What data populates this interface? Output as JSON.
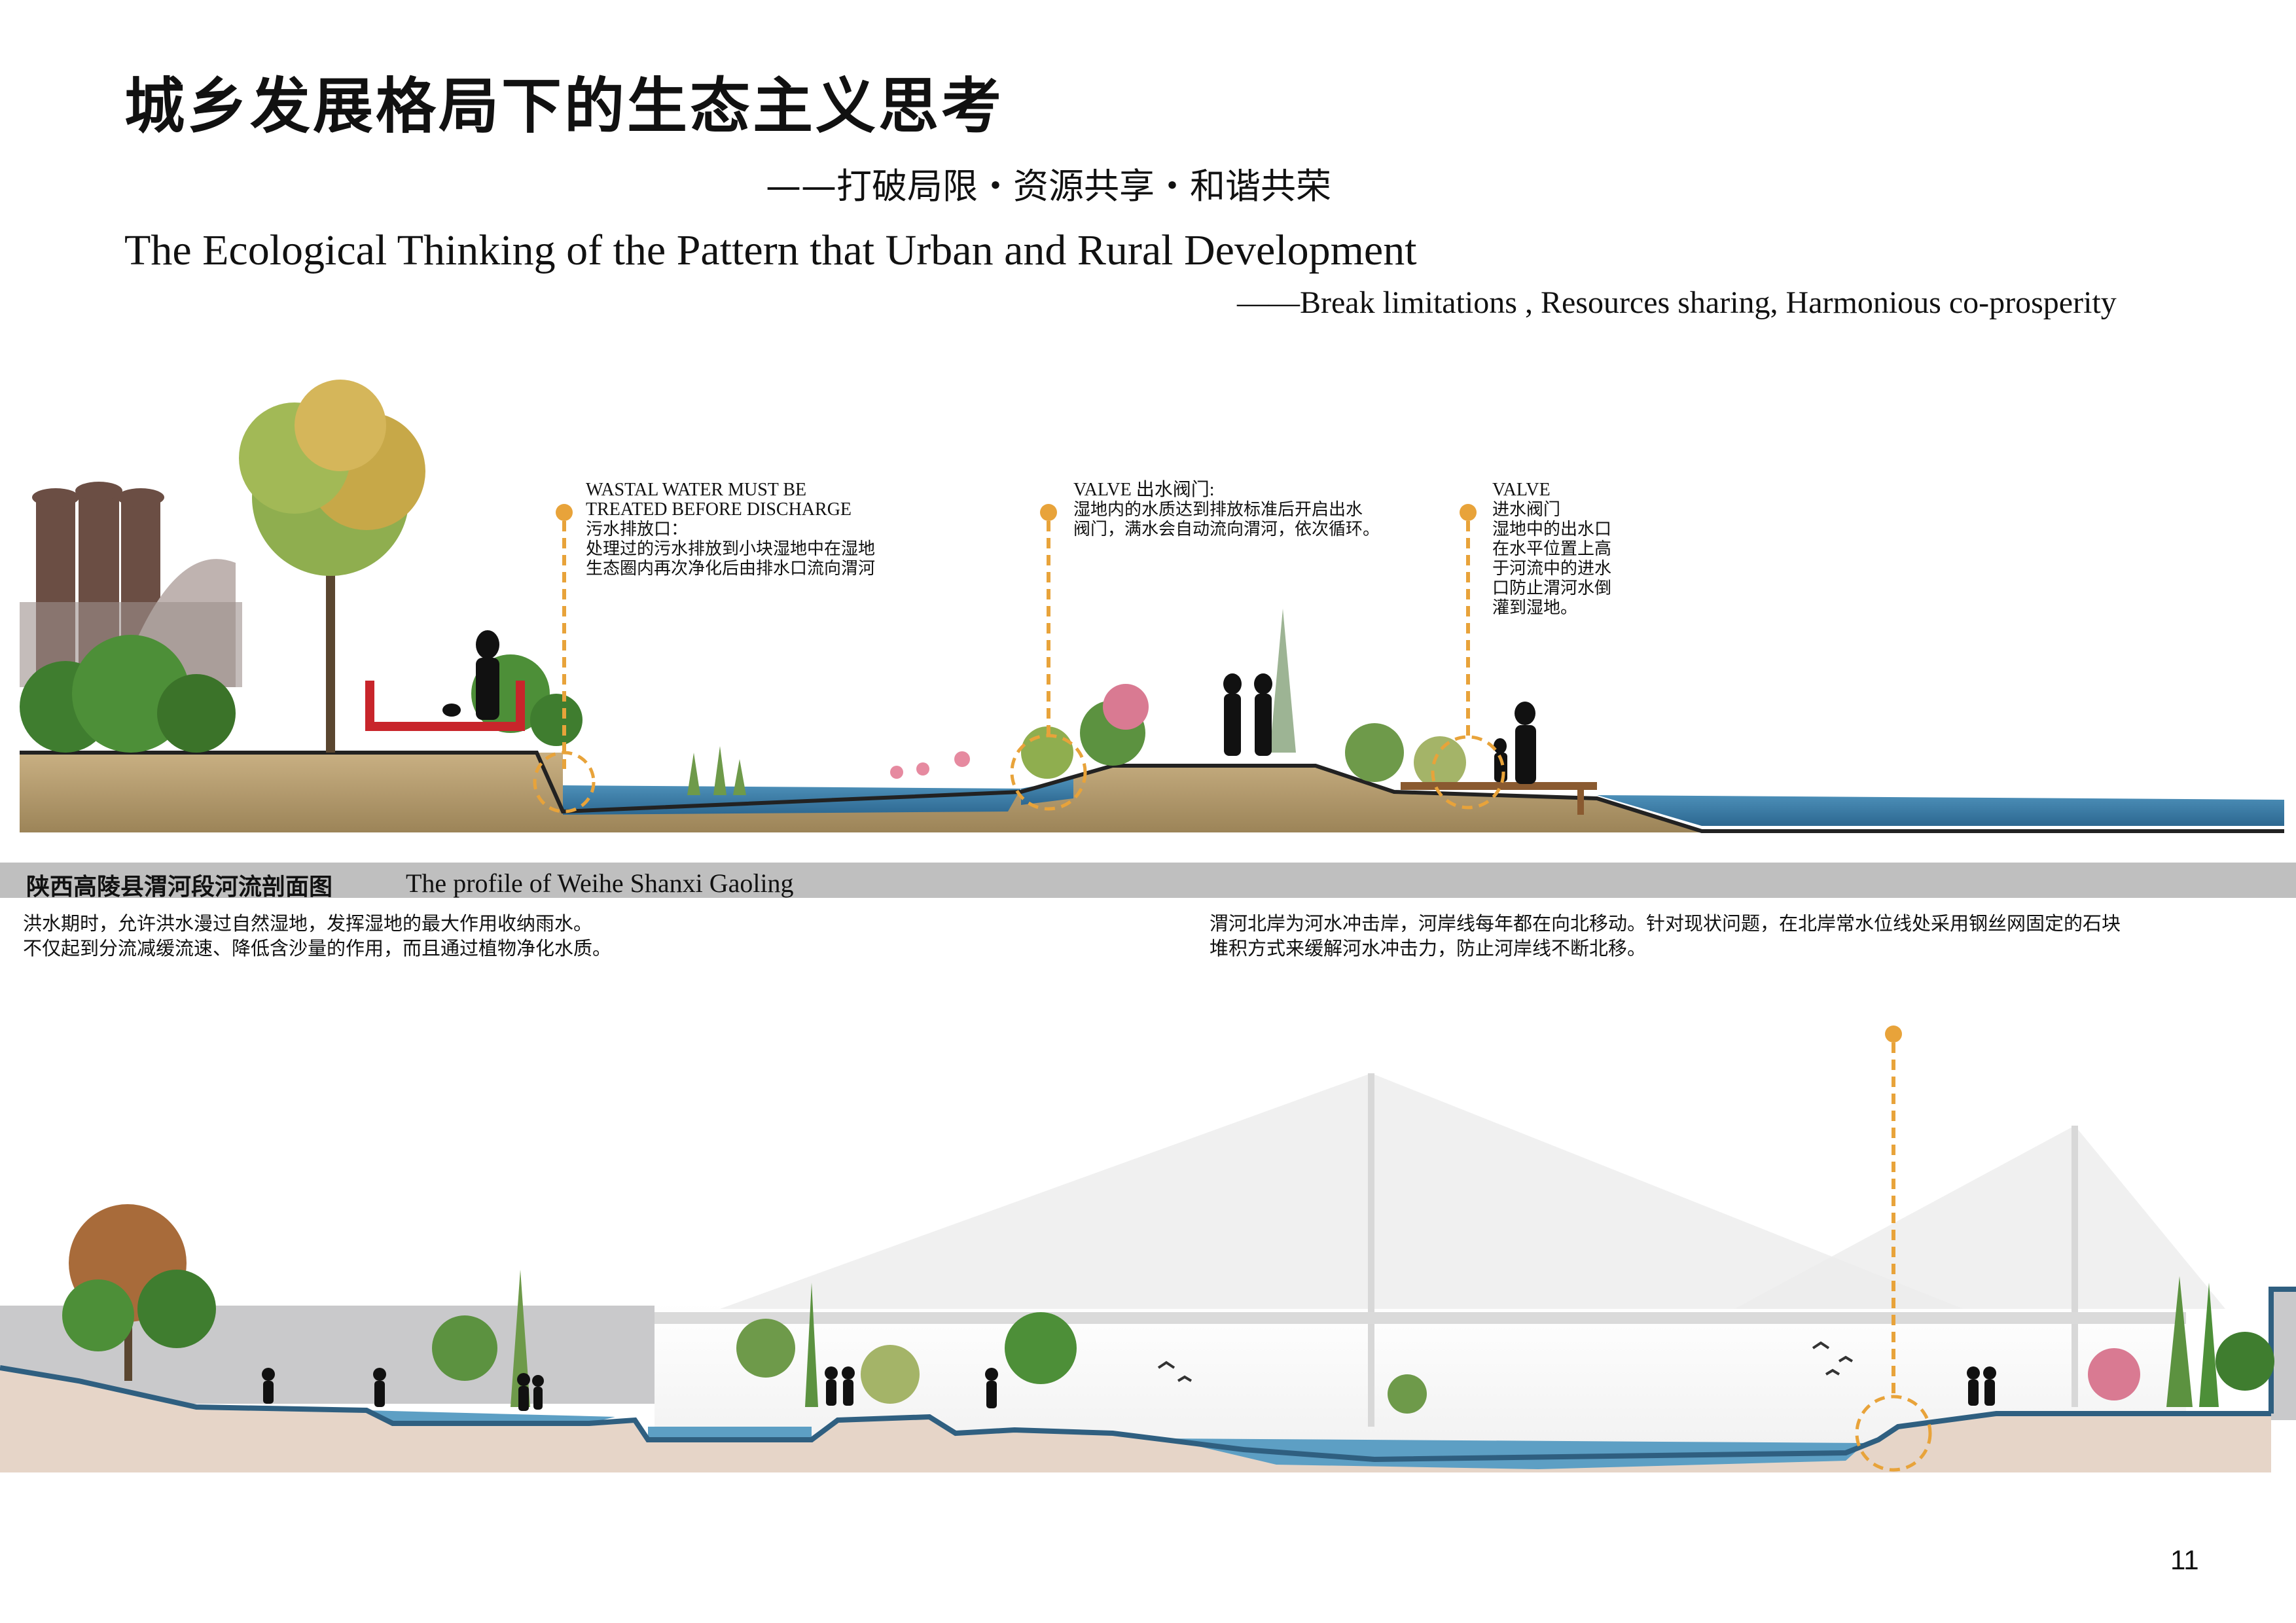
{
  "header": {
    "title_cn": "城乡发展格局下的生态主义思考",
    "subtitle_cn": "——打破局限・资源共享・和谐共荣",
    "title_en": "The Ecological Thinking of the Pattern that Urban and Rural Development",
    "subtitle_en": "——Break limitations , Resources sharing, Harmonious co-prosperity"
  },
  "callouts": [
    {
      "en_1": "WASTAL WATER MUST BE",
      "en_2": "TREATED BEFORE DISCHARGE",
      "cn_1": "污水排放口：",
      "cn_2": "处理过的污水排放到小块湿地中在湿地",
      "cn_3": "生态圈内再次净化后由排水口流向渭河"
    },
    {
      "en_1": "VALVE 出水阀门:",
      "cn_1": "湿地内的水质达到排放标准后开启出水",
      "cn_2": "阀门，满水会自动流向渭河，依次循环。"
    },
    {
      "en_1": "VALVE",
      "cn_1": "进水阀门",
      "cn_2": "湿地中的出水口",
      "cn_3": "在水平位置上高",
      "cn_4": "于河流中的进水",
      "cn_5": "口防止渭河水倒",
      "cn_6": "灌到湿地。"
    }
  ],
  "band": {
    "label_cn": "陕西高陵县渭河段河流剖面图",
    "label_en": "The profile of Weihe Shanxi Gaoling"
  },
  "notes": {
    "left_1": "洪水期时，允许洪水漫过自然湿地，发挥湿地的最大作用收纳雨水。",
    "left_2": "不仅起到分流减缓流速、降低含沙量的作用，而且通过植物净化水质。",
    "right_1": "渭河北岸为河水冲击岸，河岸线每年都在向北移动。针对现状问题，在北岸常水位线处采用钢丝网固定的石块",
    "right_2": "堆积方式来缓解河水冲击力，防止河岸线不断北移。"
  },
  "page_number": "11",
  "colors": {
    "marker": "#e8a33a",
    "water": "#3f7fa8",
    "soil": "#b59a6a",
    "river_outline": "#2f5f80",
    "rail": "#c8252b",
    "band": "#bfbfbf"
  }
}
